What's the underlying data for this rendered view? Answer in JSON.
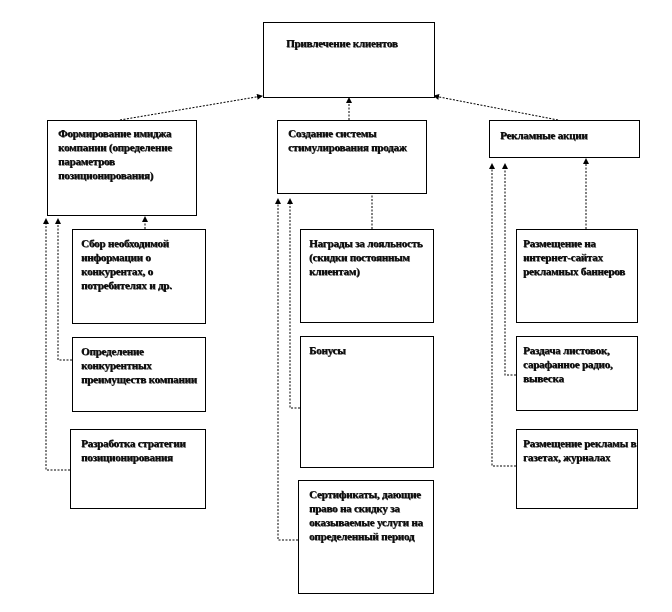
{
  "root": {
    "label": "Привлечение клиентов"
  },
  "branches": [
    {
      "label": "Формирование имиджа компании (определение параметров позиционирования)",
      "children": [
        "Сбор необходимой информации о конкурентах, о потребителях и др.",
        "Определение конкурентных преимуществ компании",
        "Разработка стратегии позиционирования"
      ]
    },
    {
      "label": "Создание системы стимулирования продаж",
      "children": [
        "Награды за лояльность (скидки постоянным клиентам)",
        "Бонусы",
        "Сертификаты, дающие право на скидку за оказываемые услуги на определенный период"
      ]
    },
    {
      "label": "Рекламные акции",
      "children": [
        "Размещение на интернет-сайтах рекламных баннеров",
        "Раздача листовок, сарафанное радио, вывеска",
        "Размещение рекламы в газетах, журналах"
      ]
    }
  ]
}
